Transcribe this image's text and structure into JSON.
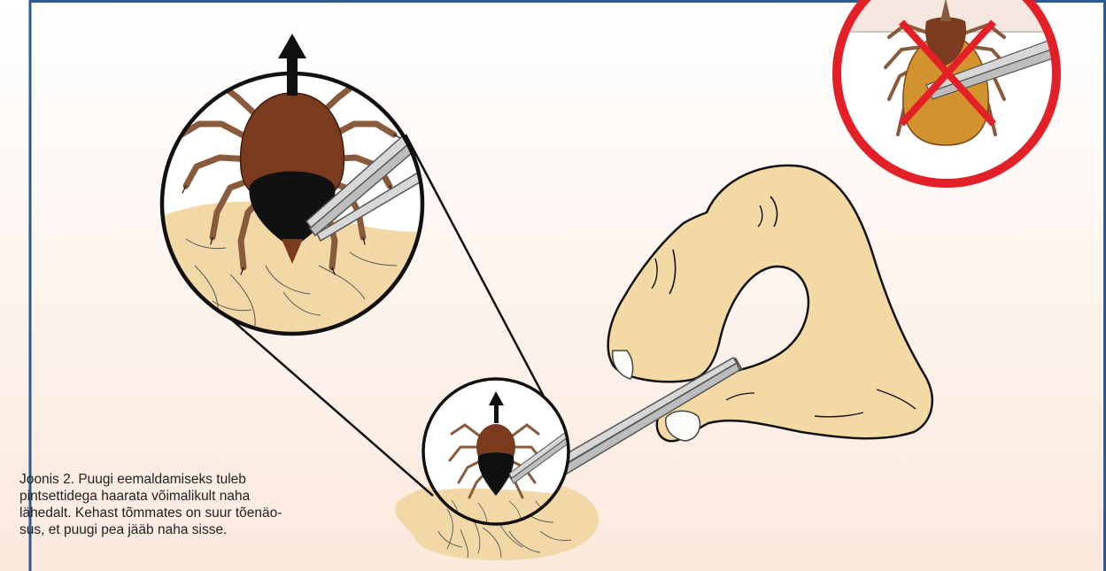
{
  "caption": {
    "lines": [
      "Joonis 2. Puugi eemaldamiseks tuleb",
      "pintsettidega haarata võimalikult naha",
      "lähedalt. Kehast tõmmates on suur tõenäo-",
      "sus, et puugi pea jääb naha sisse."
    ]
  },
  "colors": {
    "frame": "#2b5b8f",
    "background_top": "#ffffff",
    "background_bottom": "#fbe9dd",
    "skin": "#f3d9a4",
    "tick_body": "#7a3b1e",
    "tick_shield": "#111111",
    "tick_legs": "#8a5a3c",
    "forbidden": "#e32027",
    "tweezers": "#c9c9c9"
  },
  "icons": {
    "up_arrow": "up-arrow-icon",
    "forbidden": "prohibited-icon"
  }
}
